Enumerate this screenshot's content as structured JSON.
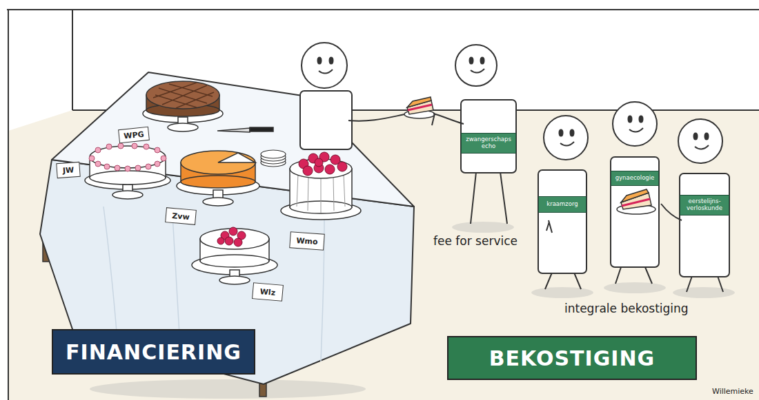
{
  "diagram": {
    "nodes": [
      {
        "text": [
          "WPG"
        ]
      },
      {
        "text": [
          "JW"
        ]
      },
      {
        "text": [
          "zwangerschaps echo"
        ]
      },
      {
        "text": [
          "gynaecologie"
        ]
      },
      {
        "text": [
          "kraamzorg"
        ]
      },
      {
        "text": [
          "eerstelijns- verloskunde"
        ]
      },
      {
        "text": [
          "Zvw"
        ]
      },
      {
        "text": [
          "Wmo"
        ]
      },
      {
        "text": [
          "Wlz"
        ]
      },
      {
        "text": [
          "FINANCIERING"
        ]
      },
      {
        "text": [
          "BEKOSTIGING"
        ]
      }
    ],
    "labels": [
      "fee for service",
      "integrale bekostiging",
      "Willemieke"
    ]
  }
}
